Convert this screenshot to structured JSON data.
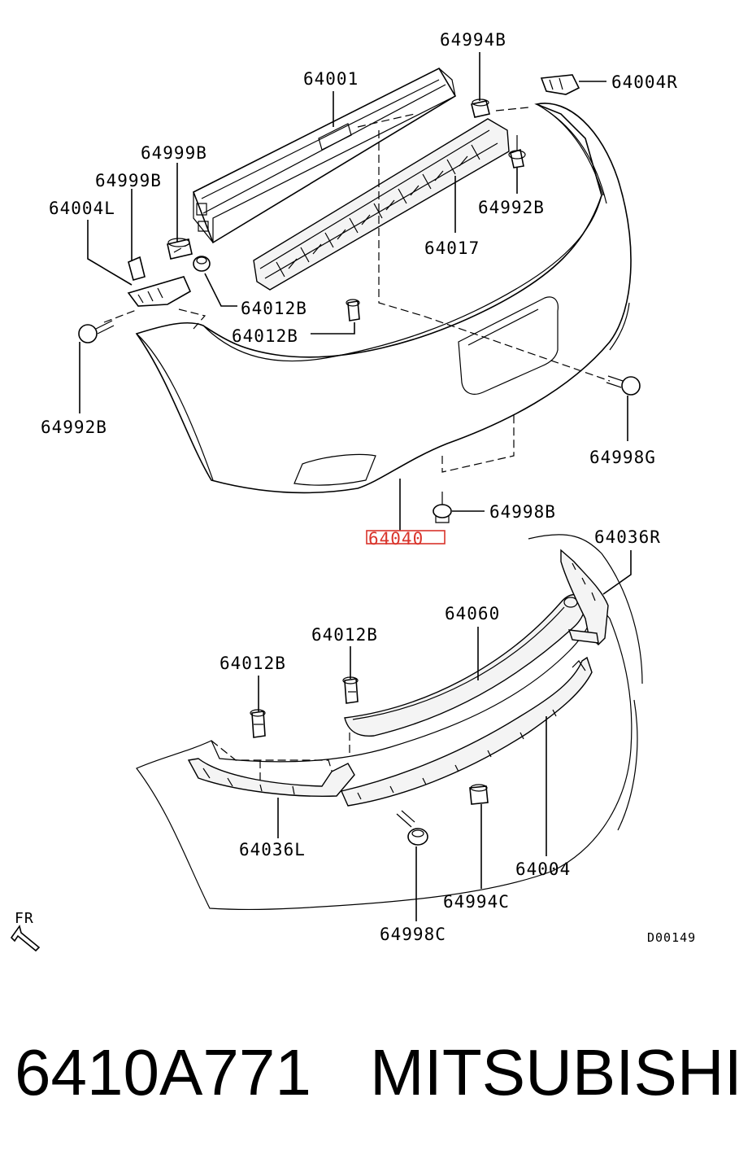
{
  "diagram": {
    "labels": {
      "p64994B": "64994B",
      "p64001": "64001",
      "p64004R": "64004R",
      "p64999B_1": "64999B",
      "p64999B_2": "64999B",
      "p64004L": "64004L",
      "p64992B_1": "64992B",
      "p64017": "64017",
      "p64012B_1": "64012B",
      "p64012B_2": "64012B",
      "p64992B_2": "64992B",
      "p64998G": "64998G",
      "p64998B": "64998B",
      "p64040": "64040",
      "p64036R": "64036R",
      "p64060": "64060",
      "p64012B_3": "64012B",
      "p64012B_4": "64012B",
      "p64036L": "64036L",
      "p64004": "64004",
      "p64994C": "64994C",
      "p64998C": "64998C",
      "fr": "FR",
      "code": "D00149"
    },
    "highlight_color": "#d9342b"
  },
  "footer": {
    "part_number": "6410A771",
    "brand": "MITSUBISHI"
  }
}
